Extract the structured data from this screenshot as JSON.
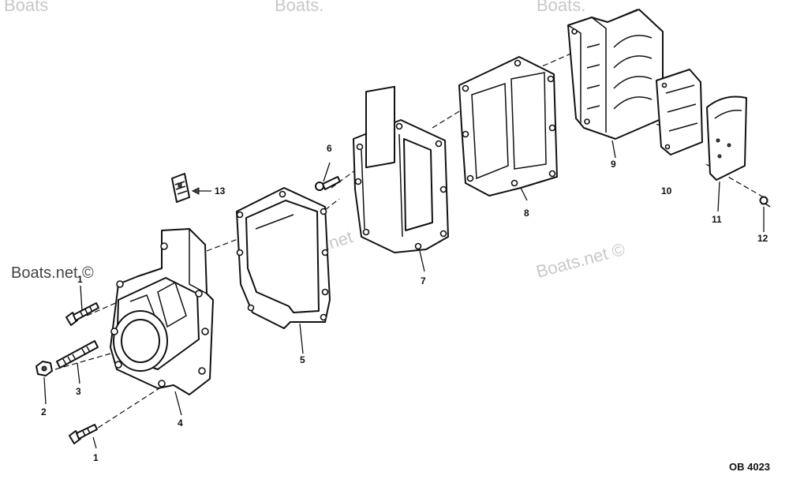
{
  "watermarks": {
    "primary": "Boats.net ©",
    "faint_1": "Boats.net ©",
    "faint_2": "Boats.net ©",
    "faint_3": "Boats.net",
    "faint_4": "Boats",
    "faint_5": "Boats."
  },
  "figure_code": "OB 4023",
  "callouts": {
    "c1a": "1",
    "c1b": "1",
    "c2": "2",
    "c3": "3",
    "c4": "4",
    "c5": "5",
    "c6": "6",
    "c7": "7",
    "c8": "8",
    "c9": "9",
    "c10": "10",
    "c11": "11",
    "c12": "12",
    "c13": "13"
  },
  "colors": {
    "line": "#111111",
    "background": "#ffffff",
    "watermark": "#c8c8c8"
  }
}
